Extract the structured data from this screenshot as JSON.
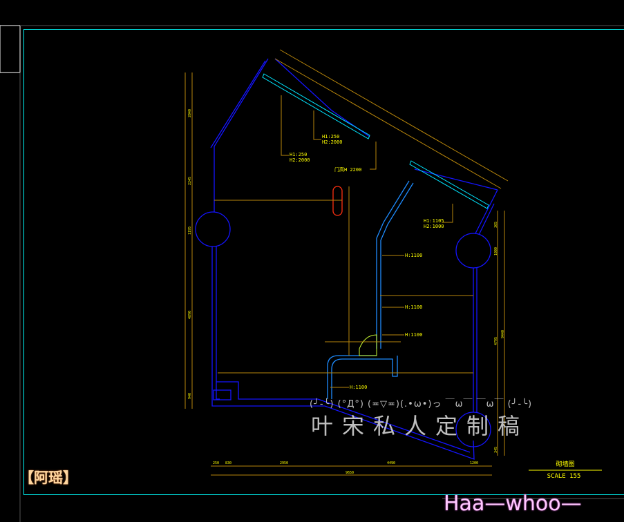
{
  "drawing": {
    "title": "砌墙图",
    "scale": "SCALE 155",
    "notes": [
      {
        "line1": "H1:250",
        "line2": "H2:2000"
      },
      {
        "line1": "H1:250",
        "line2": "H2:2000"
      },
      {
        "line1": "门高H 2200",
        "line2": ""
      },
      {
        "line1": "H1:1105",
        "line2": "H2:1000"
      }
    ],
    "heights": [
      "H:1100",
      "H:1100",
      "H:1100",
      "H:1100"
    ],
    "dimensions": {
      "bottom": [
        "250",
        "830",
        "2950",
        "4490",
        "1200"
      ],
      "bottom_total": "9650",
      "left": [
        "2040",
        "2245",
        "1195",
        "4890",
        "940"
      ],
      "right": [
        "365",
        "1000",
        "4795",
        "345"
      ],
      "right_total": "9440"
    }
  },
  "watermark": {
    "emoticons": "(╯-╰) (°Д°) (≖▽≖)(.•ω•)っ ￣ω￣ ￣ω￣ (╯-╰)",
    "title": "叶宋私人定制稿"
  },
  "author_tag": "【阿瑶】",
  "signature": "Haa—whoo—",
  "colors": {
    "background": "#000000",
    "frame": "#00ffff",
    "wall": "#1414ff",
    "inner_wall": "#1e8cff",
    "dimension": "#b8860b",
    "text": "#ffff00",
    "opening": "#ff3010"
  }
}
